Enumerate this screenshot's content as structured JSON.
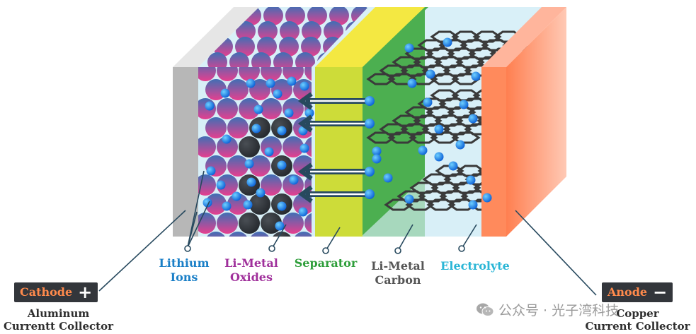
{
  "labels": {
    "lithium_ions": [
      "Lithium",
      "Ions"
    ],
    "li_metal_oxides": [
      "Li-Metal",
      "Oxides"
    ],
    "separator": "Separator",
    "li_metal_carbon": [
      "Li-Metal",
      "Carbon"
    ],
    "electrolyte": "Electrolyte"
  },
  "cathode": {
    "badge": "Cathode",
    "sign": "+",
    "collector": [
      "Aluminum",
      "Currentt Collector"
    ]
  },
  "anode": {
    "badge": "Anode",
    "sign": "−",
    "collector": [
      "Copper",
      "Current Collector"
    ]
  },
  "watermark": {
    "text": "公众号 · 光子湾科技",
    "icon": "wechat-icon"
  },
  "colors": {
    "lithium_label": "#1a7fc7",
    "oxides_label": "#a0309b",
    "separator_label": "#2e9e3a",
    "carbon_label": "#555555",
    "electrolyte_label": "#2ab6d6",
    "separator_fill": "#cddc39",
    "separator_top": "#f4e842",
    "carbon_green": "#4caf50",
    "anode_collector": "#ff8a65",
    "cathode_collector": "#bdbdbd",
    "electrolyte_fill": "#d8f0f8",
    "arrow": "#27495e"
  }
}
